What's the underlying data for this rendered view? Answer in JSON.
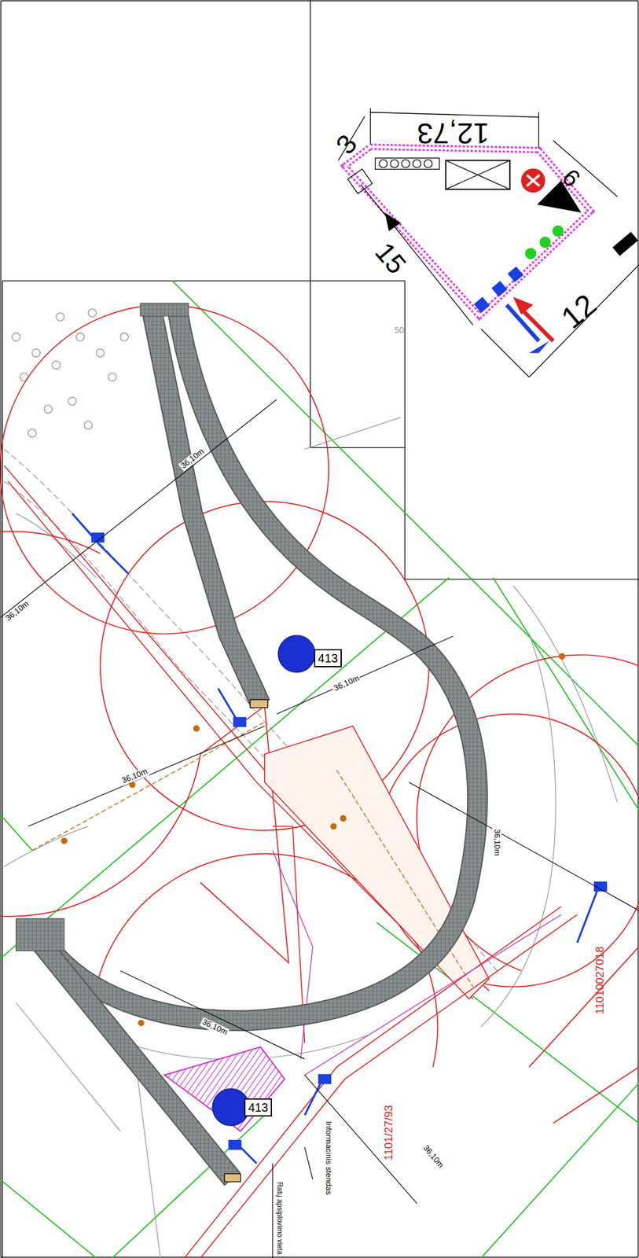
{
  "diagram": {
    "nodes": [
      {
        "text": [
          "413"
        ]
      },
      {
        "text": [
          "413"
        ]
      }
    ],
    "labels": [
      "3",
      "12,73",
      "6",
      "15",
      "12",
      "50",
      "36,10m",
      "36,10m",
      "36,10m",
      "36,10m",
      "36,10m",
      "36,10m",
      "36,10m",
      "Informacinis stendas",
      "Ratų apsiplovimo vieta",
      "1101/27/93",
      "11010027018"
    ]
  }
}
